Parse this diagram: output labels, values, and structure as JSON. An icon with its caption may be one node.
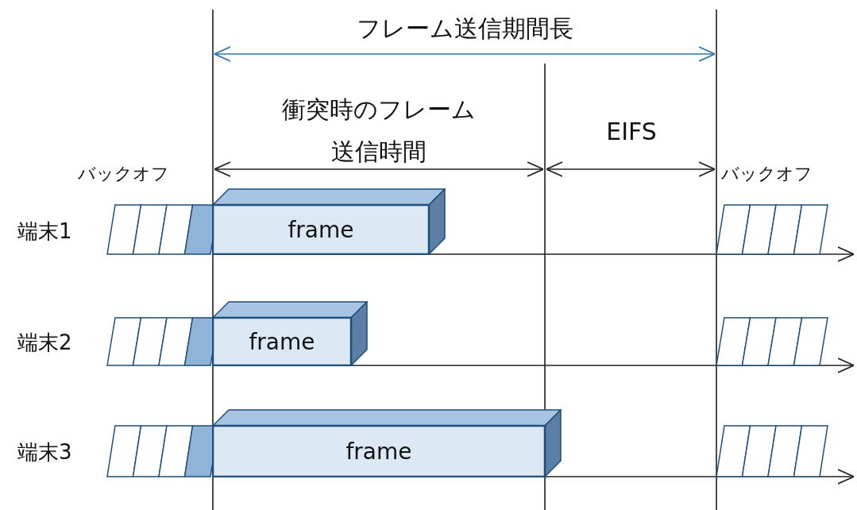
{
  "diagram": {
    "nodes": [
      {
        "text": [
          "frame"
        ]
      },
      {
        "text": [
          "frame"
        ]
      },
      {
        "text": [
          "frame"
        ]
      }
    ],
    "labels": [
      "フレーム送信期間長",
      "衝突時のフレーム送信時間",
      "EIFS",
      "バックオフ",
      "バックオフ",
      "端末1",
      "端末2",
      "端末3"
    ]
  }
}
